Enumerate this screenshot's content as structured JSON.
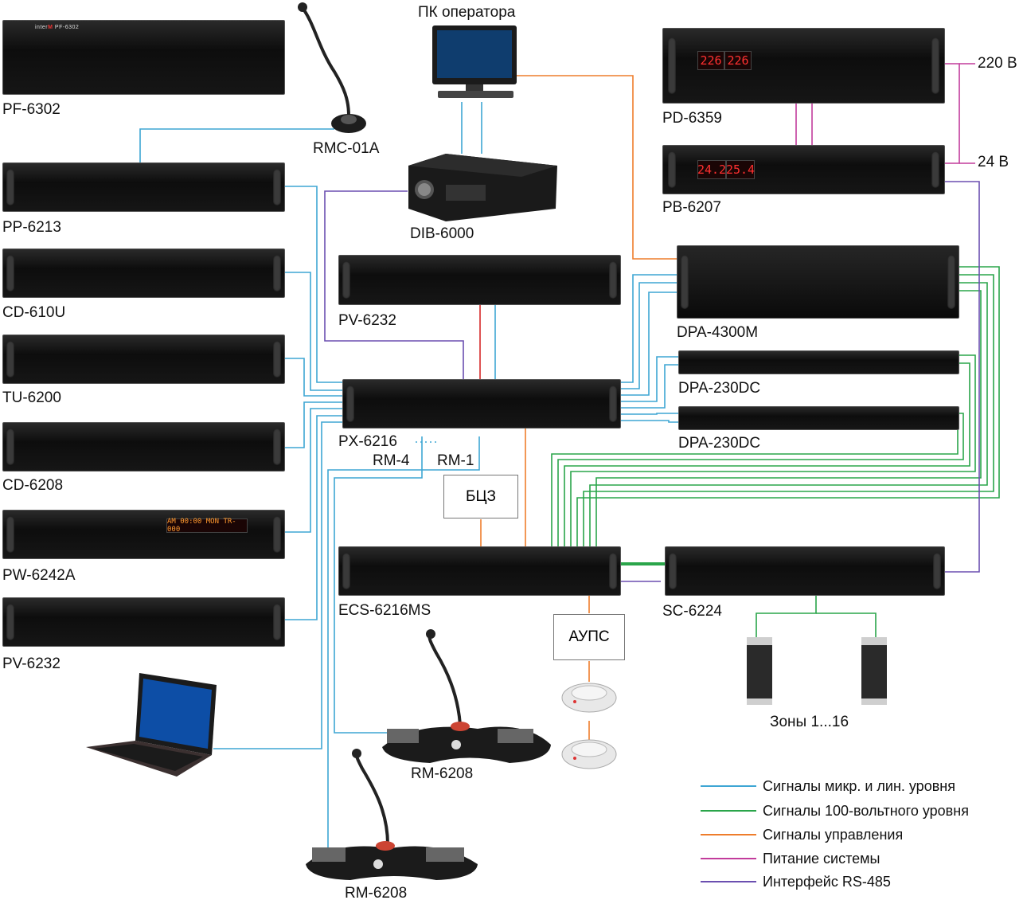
{
  "devices": {
    "pf6302": "PF-6302",
    "pp6213": "PP-6213",
    "cd610u": "CD-610U",
    "tu6200": "TU-6200",
    "cd6208": "CD-6208",
    "pw6242a": "PW-6242A",
    "pv6232_left": "PV-6232",
    "rmc01a": "RMC-01A",
    "pc": "ПК оператора",
    "dib6000": "DIB-6000",
    "pv6232_center": "PV-6232",
    "px6216": "PX-6216",
    "rm4": "RM-4",
    "rm1": "RM-1",
    "bcz": "БЦЗ",
    "ecs6216ms": "ECS-6216MS",
    "aups": "АУПС",
    "rm6208_a": "RM-6208",
    "rm6208_b": "RM-6208",
    "pd6359": "PD-6359",
    "pb6207": "PB-6207",
    "v220": "220 В",
    "v24": "24 В",
    "dpa4300m": "DPA-4300M",
    "dpa230dc_1": "DPA-230DC",
    "dpa230dc_2": "DPA-230DC",
    "sc6224": "SC-6224",
    "zones": "Зоны 1...16"
  },
  "displays": {
    "pd_left": "226",
    "pd_right": "226",
    "pb_left": "24.2",
    "pb_right": "25.4",
    "pw_clock": "AM 00:00 MON TR-000"
  },
  "legend": [
    {
      "label": "Сигналы микр. и лин. уровня",
      "color": "#3ea6d4"
    },
    {
      "label": "Сигналы 100-вольтного уровня",
      "color": "#2aa54a"
    },
    {
      "label": "Сигналы управления",
      "color": "#ee7d2b"
    },
    {
      "label": "Питание системы",
      "color": "#c23c9c"
    },
    {
      "label": "Интерфейс RS-485",
      "color": "#6b4fb0"
    }
  ],
  "colors": {
    "signal": "#3ea6d4",
    "speaker": "#2aa54a",
    "control": "#ee7d2b",
    "power": "#c23c9c",
    "rs485": "#6b4fb0",
    "red": "#d62828"
  }
}
